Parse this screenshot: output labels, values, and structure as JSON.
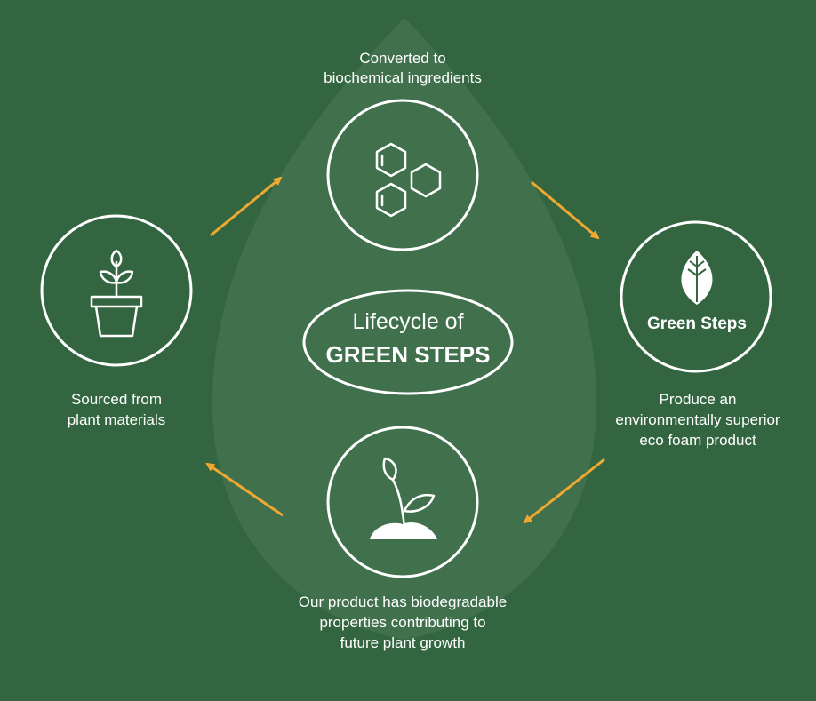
{
  "center": {
    "line1": "Lifecycle of",
    "line2": "GREEN STEPS"
  },
  "steps": [
    {
      "id": "convert",
      "icon": "hexagon-molecule-icon",
      "lines": [
        "Converted to",
        "biochemical ingredients"
      ]
    },
    {
      "id": "produce",
      "icon": "green-steps-logo",
      "logo_text": "Green Steps",
      "lines": [
        "Produce an",
        "environmentally superior",
        "eco foam product"
      ]
    },
    {
      "id": "biodegrade",
      "icon": "sprout-soil-icon",
      "lines": [
        "Our product has biodegradable",
        "properties contributing to",
        "future plant growth"
      ]
    },
    {
      "id": "source",
      "icon": "potted-plant-icon",
      "lines": [
        "Sourced from",
        "plant materials"
      ]
    }
  ],
  "colors": {
    "background": "#336640",
    "arrow": "#f0a830",
    "stroke": "#ffffff"
  }
}
